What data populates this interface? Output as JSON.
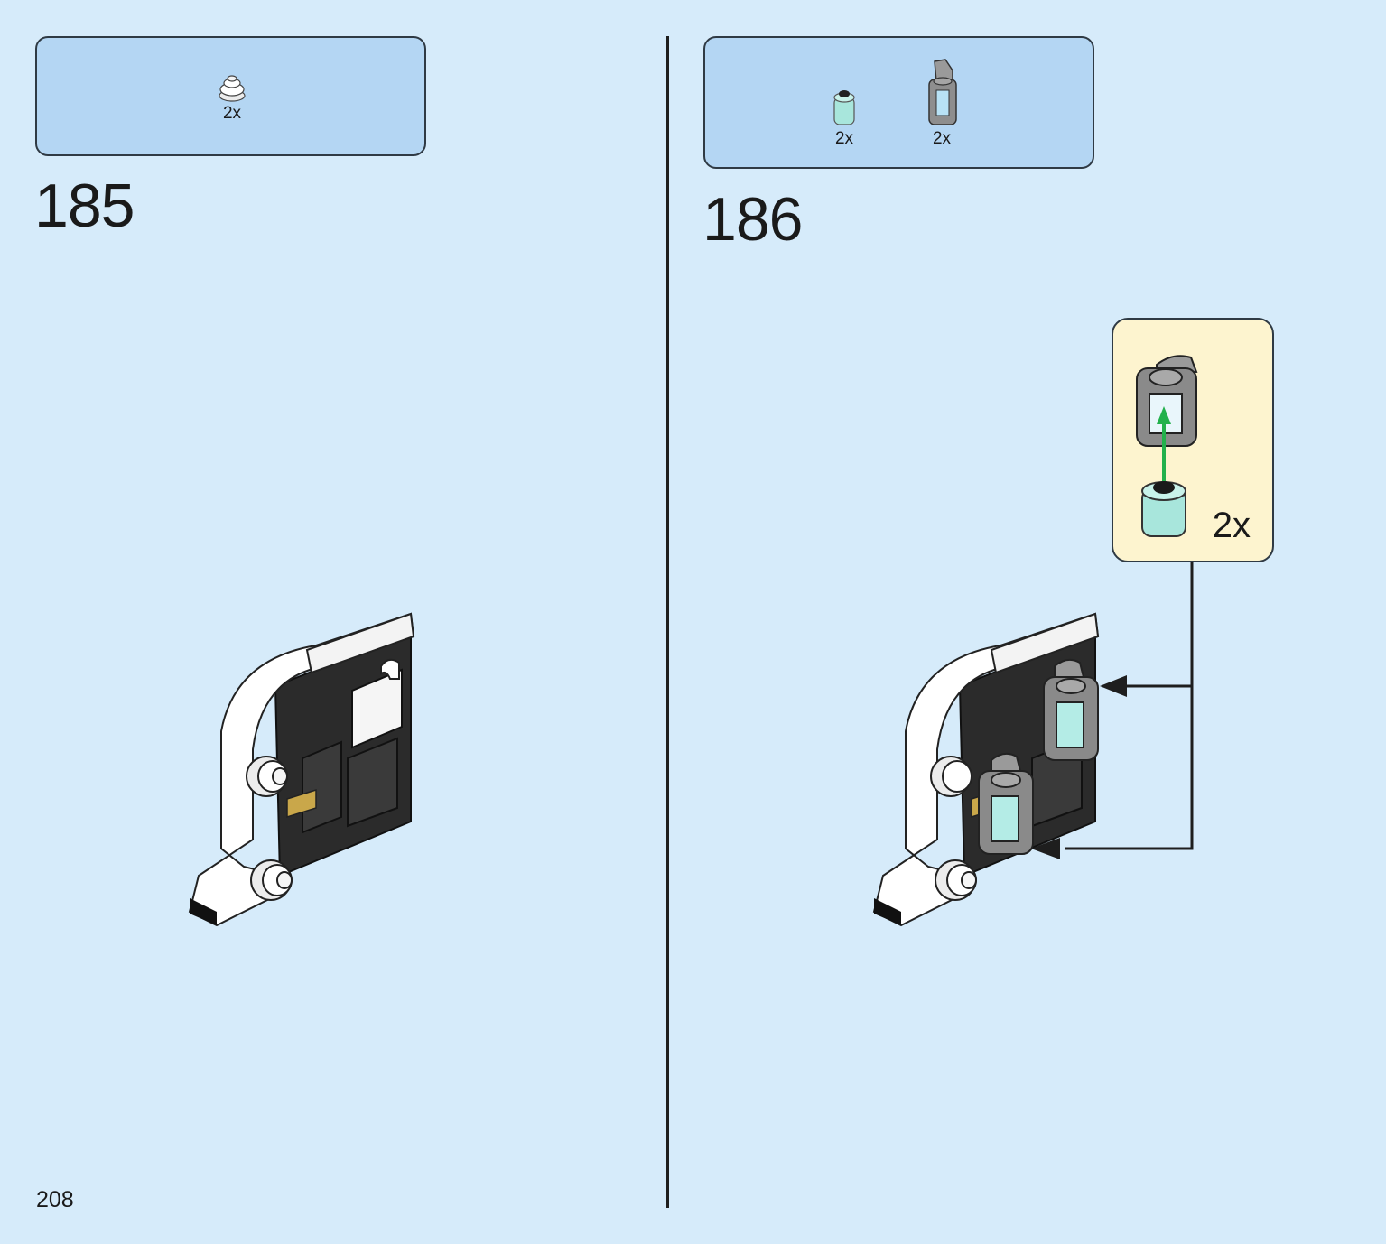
{
  "page": {
    "number": "208"
  },
  "steps": [
    {
      "number": "185",
      "parts": [
        {
          "icon": "round-white-cone-piece-icon",
          "qty": "2x"
        }
      ]
    },
    {
      "number": "186",
      "parts": [
        {
          "icon": "trans-light-blue-round-brick-icon",
          "qty": "2x"
        },
        {
          "icon": "gray-lantern-icon",
          "qty": "2x"
        }
      ],
      "callout": {
        "qty": "2x"
      }
    }
  ],
  "colors": {
    "page_background": "#d6ebfa",
    "parts_box": "#b4d6f3",
    "callout_box": "#fdf4cf",
    "assembly_arrow": "#22b14c"
  }
}
